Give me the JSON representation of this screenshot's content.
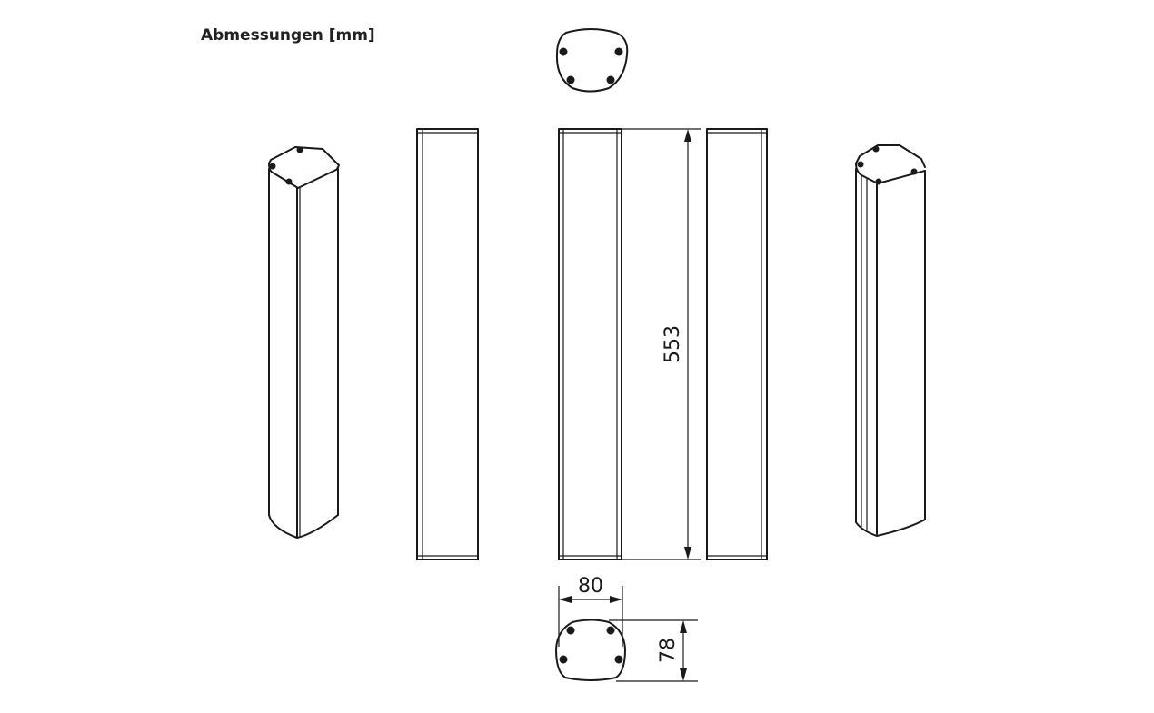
{
  "title": "Abmessungen [mm]",
  "dimensions": {
    "height": "553",
    "width": "80",
    "depth": "78"
  },
  "colors": {
    "line": "#1a1a1a",
    "background": "#ffffff"
  }
}
